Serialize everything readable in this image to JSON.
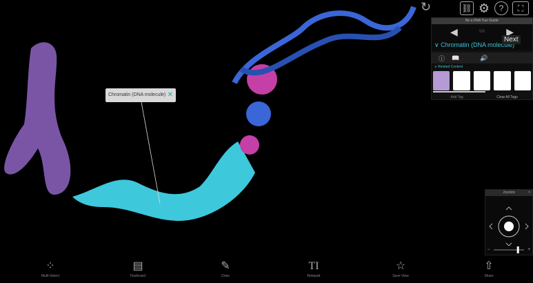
{
  "toolbar": {
    "icons": [
      "undo-icon",
      "tag-link-icon",
      "gear-icon",
      "help-icon",
      "fullscreen-icon"
    ]
  },
  "tour": {
    "title": "Be a DNA Tour Guide",
    "page": "5/6",
    "next_tooltip": "Next",
    "topic": "Chromatin (DNA molecule)",
    "related_label": "Related Content",
    "add_tag": "Add Tag",
    "clear_tags": "Clear All Tags"
  },
  "label": {
    "text": "Chromatin (DNA molecule)"
  },
  "joystick": {
    "title": "Joystick",
    "close": "×",
    "minus": "−",
    "plus": "+",
    "zoom_level": 0.8
  },
  "bottom": {
    "items": [
      {
        "label": "Multi-Select",
        "icon": "⁘"
      },
      {
        "label": "Flashcard",
        "icon": "▤"
      },
      {
        "label": "Draw",
        "icon": "✎"
      },
      {
        "label": "Notepad",
        "icon": "TI"
      },
      {
        "label": "Save View",
        "icon": "☆"
      },
      {
        "label": "Share",
        "icon": "⇧"
      }
    ]
  },
  "colors": {
    "accent": "#3cc3d9",
    "chromosome": "#8a5fb0",
    "chromatin": "#3ec8dc",
    "helix": "#3a66d8"
  }
}
